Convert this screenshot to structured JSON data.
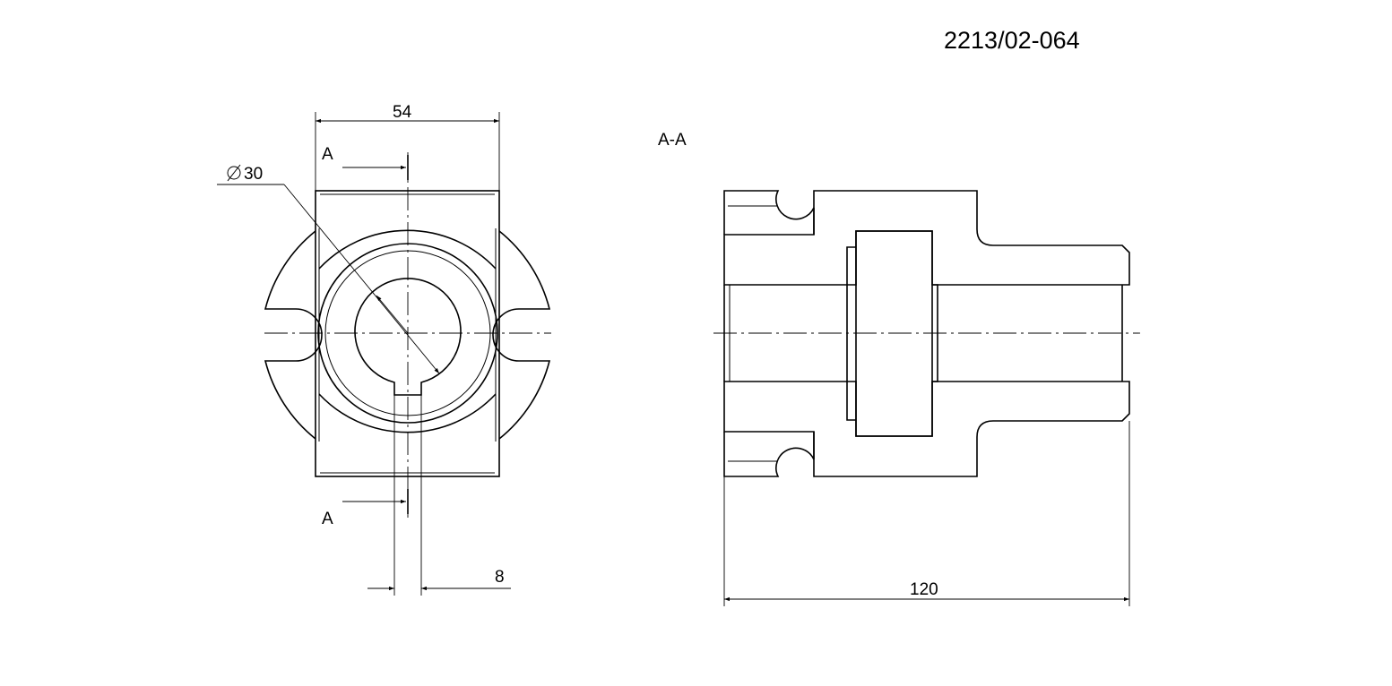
{
  "drawing": {
    "number": "2213/02-064",
    "section_title": "A-A",
    "section_mark_top": "A",
    "section_mark_bottom": "A",
    "dimensions": {
      "width": "54",
      "diameter": "30",
      "keyway": "8",
      "length": "120"
    },
    "colors": {
      "ink": "#000000",
      "paper": "#ffffff"
    }
  }
}
